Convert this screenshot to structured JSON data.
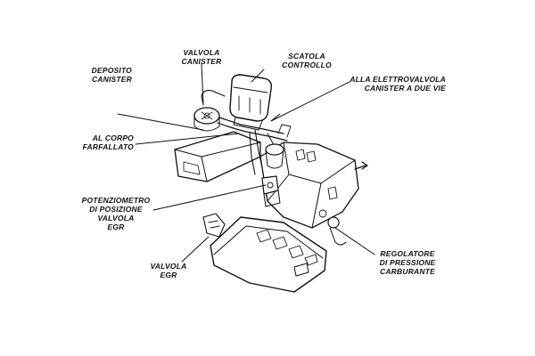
{
  "diagram": {
    "labels": {
      "valvola_canister": [
        "VALVOLA",
        "CANISTER"
      ],
      "scatola_controllo": [
        "SCATOLA",
        "CONTROLLO"
      ],
      "deposito_canister": [
        "DEPOSITO",
        "CANISTER"
      ],
      "elettrovalvola": [
        "ALLA ELETTROVALVOLA",
        "CANISTER A DUE VIE"
      ],
      "corpo_farfallato": [
        "AL CORPO",
        "FARFALLATO"
      ],
      "potenziometro": [
        "POTENZIOMETRO",
        "DI POSIZIONE",
        "VALVOLA",
        "EGR"
      ],
      "regolatore": [
        "REGOLATORE",
        "DI PRESSIONE",
        "CARBURANTE"
      ],
      "valvola_egr": [
        "VALVOLA",
        "EGR"
      ]
    },
    "colors": {
      "ink": "#111111",
      "background": "#ffffff"
    }
  }
}
